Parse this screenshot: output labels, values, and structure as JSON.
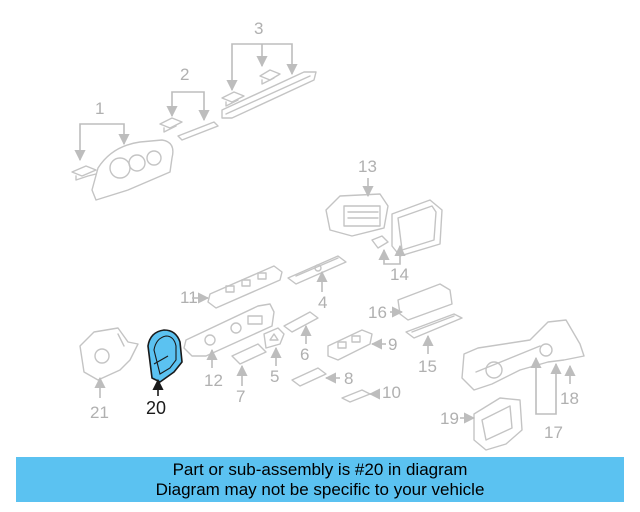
{
  "diagram": {
    "callouts": [
      "1",
      "2",
      "3",
      "4",
      "5",
      "6",
      "7",
      "8",
      "9",
      "10",
      "11",
      "12",
      "13",
      "14",
      "15",
      "16",
      "17",
      "18",
      "19",
      "20",
      "21"
    ],
    "highlighted_part": "20",
    "highlight_color": "#5bc2f1"
  },
  "banner": {
    "line1": "Part or sub-assembly is #20 in diagram",
    "line2": "Diagram may not be specific to your vehicle",
    "background": "#5bc2f1"
  }
}
